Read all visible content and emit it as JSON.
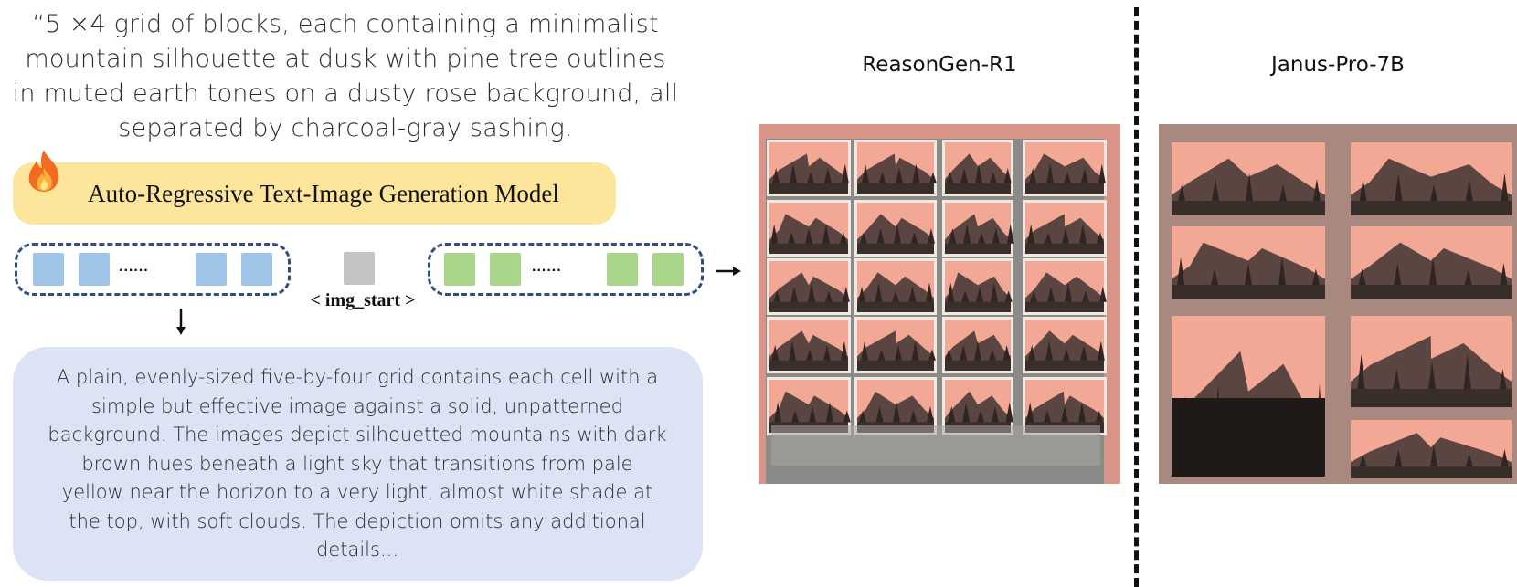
{
  "prompt": {
    "lines": [
      "“5 ×4 grid of blocks, each containing a minimalist",
      "mountain silhouette at dusk with pine tree outlines",
      "in muted earth tones on a dusty rose background, all",
      "separated by charcoal-gray sashing."
    ]
  },
  "model": {
    "label": "Auto-Regressive Text-Image Generation Model",
    "icon": "fire-icon"
  },
  "tokens": {
    "text_dots": "......",
    "img_start": "< img_start >",
    "image_dots": "......"
  },
  "description": {
    "lines": [
      "A plain, evenly-sized five-by-four grid contains each cell with a",
      "simple but effective image against a solid, unpatterned",
      "background. The images depict silhouetted mountains with dark",
      "brown hues beneath a light sky that transitions from pale",
      "yellow near the horizon to a very light, almost white shade at",
      "the top, with soft clouds. The depiction omits any additional",
      "details..."
    ]
  },
  "columns": {
    "left_title": "ReasonGen-R1",
    "right_title": "Janus-Pro-7B"
  },
  "colors": {
    "model_box": "#fde59b",
    "description_box": "#dbe3f4",
    "text_token": "#9ec4e8",
    "image_token": "#a8d58a",
    "start_token": "#c4c4c4",
    "dashed_border": "#2e4f7f",
    "dusty_rose": "#d99488",
    "sashing": "#8a8a88"
  }
}
